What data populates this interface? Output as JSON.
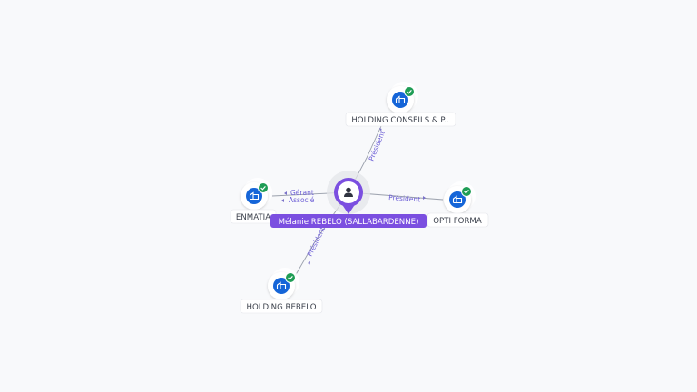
{
  "center": {
    "label": "Mélanie REBELO (SALLABARDENNE)",
    "icon": "person-icon",
    "color": "#7b4fe0"
  },
  "companies": [
    {
      "id": "holding-conseils",
      "label": "HOLDING CONSEILS & P..",
      "icon": "company-icon",
      "status": "verified-check-icon"
    },
    {
      "id": "enmatia",
      "label": "ENMATIA",
      "icon": "company-icon",
      "status": "verified-check-icon"
    },
    {
      "id": "opti-forma",
      "label": "OPTI FORMA",
      "icon": "company-icon",
      "status": "verified-check-icon"
    },
    {
      "id": "holding-rebelo",
      "label": "HOLDING REBELO",
      "icon": "company-icon",
      "status": "verified-check-icon"
    }
  ],
  "relations": [
    {
      "to": "holding-conseils",
      "roles": [
        "Président"
      ]
    },
    {
      "to": "enmatia",
      "roles": [
        "Gérant",
        "Associé"
      ]
    },
    {
      "to": "opti-forma",
      "roles": [
        "Président"
      ]
    },
    {
      "to": "holding-rebelo",
      "roles": [
        "Président"
      ]
    }
  ],
  "colors": {
    "company_icon": "#1565d8",
    "check_badge": "#1f9d55",
    "role_text": "#6d5fd6",
    "edge": "#9aa0ac"
  }
}
